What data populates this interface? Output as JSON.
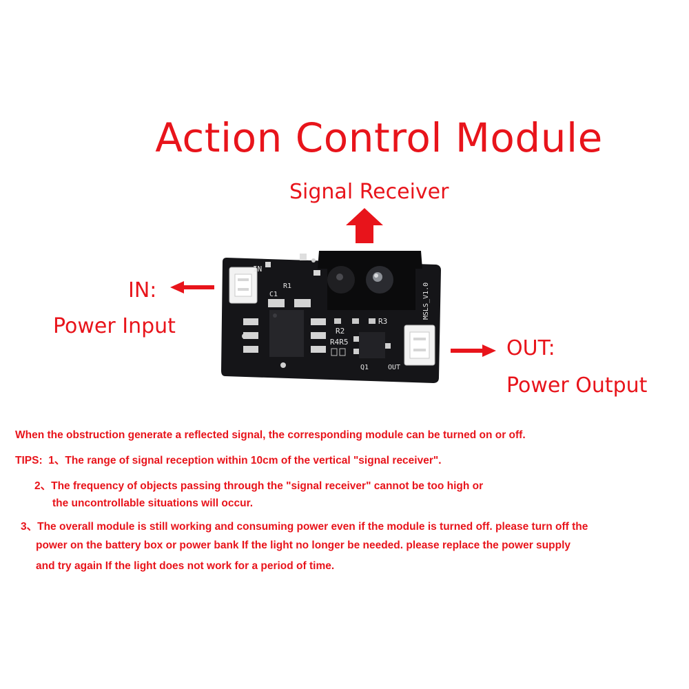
{
  "title": "Action Control Module",
  "labels": {
    "signal_receiver": "Signal Receiver",
    "in_label": "IN:",
    "in_desc": "Power Input",
    "out_label": "OUT:",
    "out_desc": "Power Output"
  },
  "board_silkscreen": {
    "in": "IN",
    "r1": "R1",
    "c1": "C1",
    "r2": "R2",
    "r3": "R3",
    "r4r5": "R4R5",
    "q1": "Q1",
    "out": "OUT",
    "version": "MSLS_V1.0"
  },
  "notes": {
    "description": "When the obstruction generate a reflected signal, the corresponding module can be turned on or off.",
    "tips_label": "TIPS:",
    "tip1": "1、The range of signal reception within 10cm of the vertical \"signal receiver\".",
    "tip2_line1": "2、The frequency of objects passing through the \"signal receiver\" cannot be too high or",
    "tip2_line2": "the uncontrollable situations will occur.",
    "tip3_line1": "3、The overall module is still working and consuming power even if the module is turned off. please turn off the",
    "tip3_line2": "power on the battery box or power bank If the light no longer be needed. please replace the power supply",
    "tip3_line3": "and try again If the light does not work for a period of time."
  },
  "colors": {
    "accent_red": "#e8141b",
    "pcb": "#151518",
    "background": "#ffffff"
  }
}
